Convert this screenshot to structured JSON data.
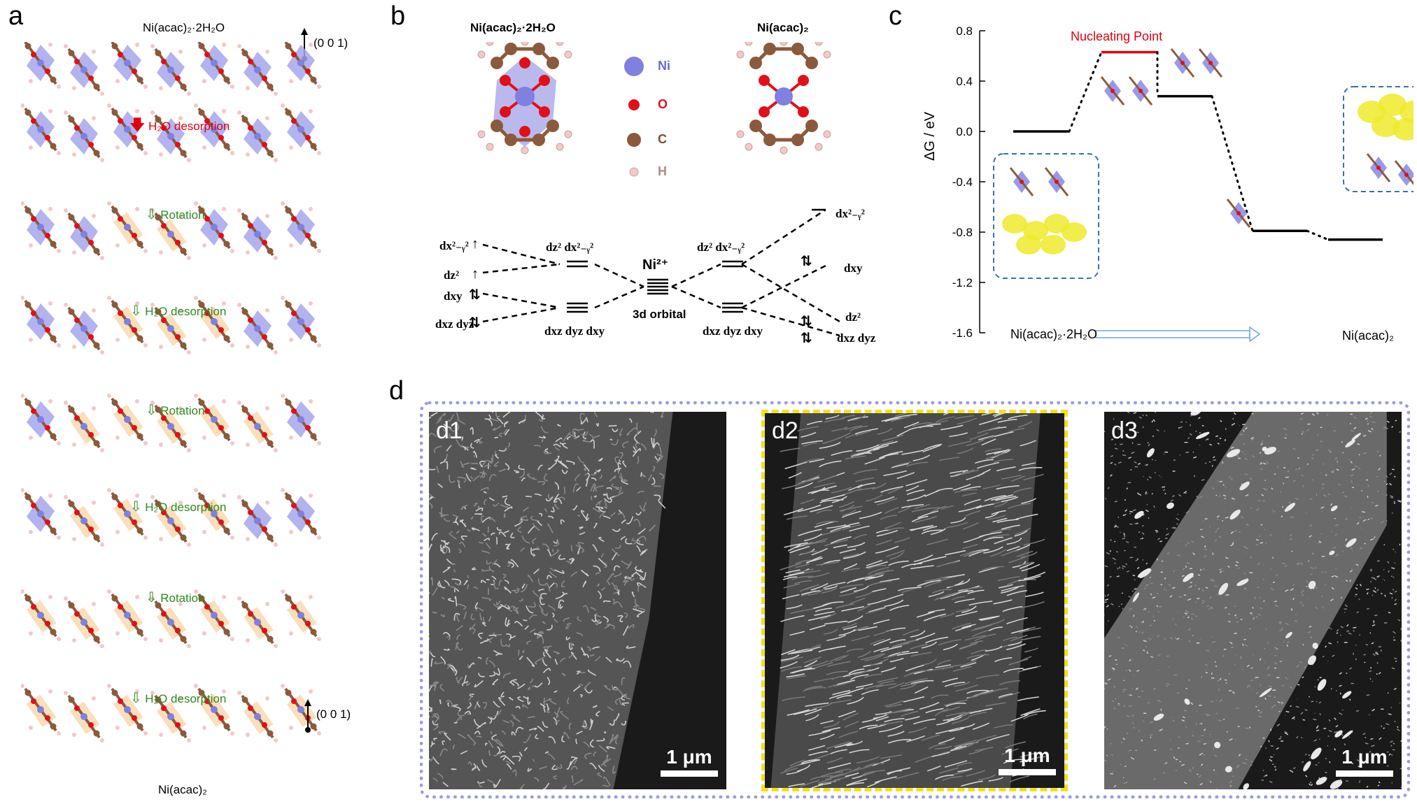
{
  "panel_labels": {
    "a": "a",
    "b": "b",
    "c": "c",
    "d": "d"
  },
  "panel_a": {
    "top_formula": "Ni(acac)₂·2H₂O",
    "axis_label_top": "(0 0 1)",
    "axis_label_bottom": "(0 0 1)",
    "bottom_formula": "Ni(acac)₂",
    "steps": [
      {
        "text": "H₂O desorption",
        "style": "red"
      },
      {
        "text": "Rotation",
        "style": "green"
      },
      {
        "text": "H₂O desorption",
        "style": "green"
      },
      {
        "text": "Rotation",
        "style": "green"
      },
      {
        "text": "H₂O desorption",
        "style": "green"
      },
      {
        "text": "Rotation",
        "style": "green"
      },
      {
        "text": "H₂O desorption",
        "style": "green"
      }
    ],
    "colors": {
      "ni": "#8080e0",
      "o": "#e0101a",
      "c": "#8b5a3c",
      "h": "#f2c8c8",
      "poly": "#a6a6ec",
      "planar": "#f8dcb4"
    }
  },
  "panel_b": {
    "left_title": "Ni(acac)₂·2H₂O",
    "right_title": "Ni(acac)₂",
    "legend": [
      "Ni",
      "O",
      "C",
      "H"
    ],
    "ni_label": "Ni²⁺",
    "center_label": "3d orbital",
    "left_levels": [
      "dx²₋ᵧ²",
      "dz²",
      "dxy",
      "dxz dyz"
    ],
    "left_split_upper": "dz²  dx²₋ᵧ²",
    "left_split_lower": "dxz dyz dxy",
    "right_split_upper": "dz²  dx²₋ᵧ²",
    "right_split_lower": "dxz dyz dxy",
    "right_levels": [
      "dx²₋ᵧ²",
      "dxy",
      "dz²",
      "dxz dyz"
    ]
  },
  "panel_c": {
    "ylabel": "ΔG / eV",
    "nucleating_label": "Nucleating Point",
    "start_label": "Ni(acac)₂·2H₂O",
    "end_label": "Ni(acac)₂",
    "chart_data": {
      "type": "line",
      "ylabel": "ΔG / eV",
      "ylim": [
        -1.6,
        0.8
      ],
      "yticks": [
        "0.8",
        "0.4",
        "0.0",
        "-0.4",
        "-0.8",
        "-1.2",
        "-1.6"
      ],
      "ytick_values": [
        0.8,
        0.4,
        0.0,
        -0.4,
        -0.8,
        -1.2,
        -1.6
      ],
      "levels": [
        0.0,
        0.63,
        0.28,
        -0.79,
        -0.86
      ],
      "highlight_index": 1,
      "line_color": "#000000",
      "highlight_color": "#e0000f"
    }
  },
  "panel_d": {
    "frame_color": "#9b9be6",
    "highlight_frame": "#f2e01c",
    "images": [
      {
        "label": "d1",
        "scale": "1 μm"
      },
      {
        "label": "d2",
        "scale": "1 μm"
      },
      {
        "label": "d3",
        "scale": "1 μm"
      }
    ]
  }
}
